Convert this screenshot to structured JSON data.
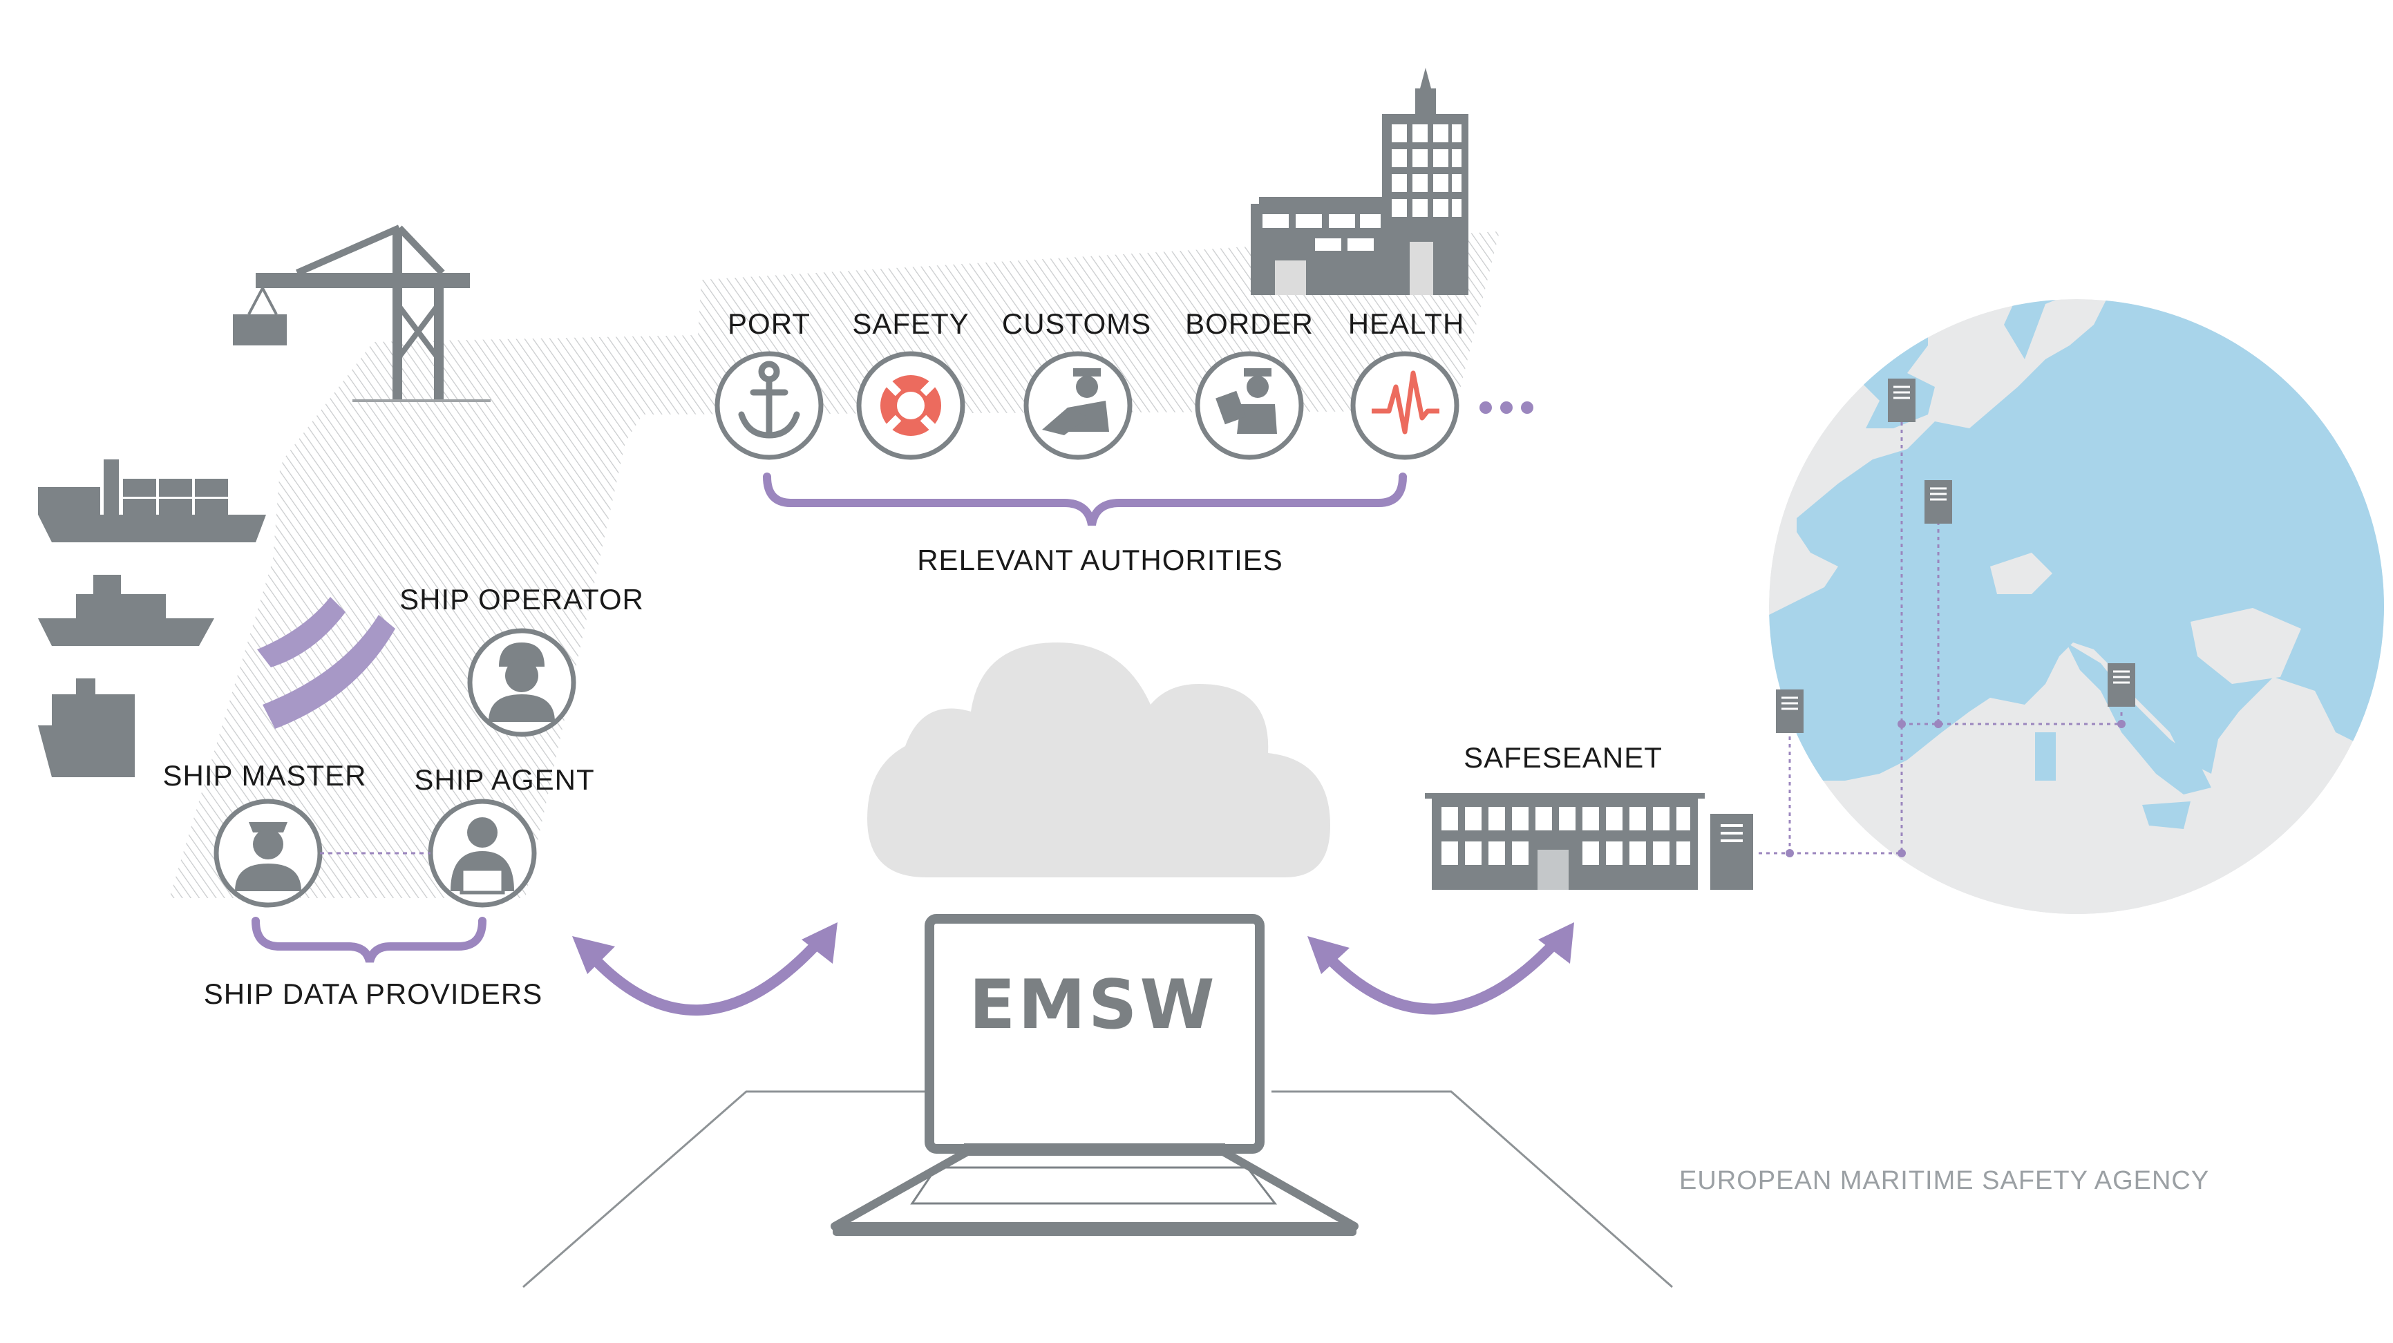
{
  "authorities": {
    "items": [
      {
        "label": "PORT",
        "icon": "anchor-icon"
      },
      {
        "label": "SAFETY",
        "icon": "lifebuoy-icon"
      },
      {
        "label": "CUSTOMS",
        "icon": "customs-officer-icon"
      },
      {
        "label": "BORDER",
        "icon": "border-guard-icon"
      },
      {
        "label": "HEALTH",
        "icon": "heartbeat-icon"
      }
    ],
    "more": "...",
    "group_label": "RELEVANT AUTHORITIES"
  },
  "ship_side": {
    "operator_label": "SHIP OPERATOR",
    "master_label": "SHIP MASTER",
    "agent_label": "SHIP AGENT",
    "group_label": "SHIP DATA PROVIDERS"
  },
  "center": {
    "laptop_text": "EMSW"
  },
  "safeseanet": {
    "label": "SAFESEANET"
  },
  "footer": {
    "agency": "EUROPEAN MARITIME SAFETY AGENCY"
  },
  "colors": {
    "grey_icon": "#7d8387",
    "purple": "#9b86be",
    "red_accent": "#ec6b5e",
    "map_land": "#a8d4ea",
    "map_background": "#e8e9ea",
    "cloud": "#e3e3e3"
  }
}
